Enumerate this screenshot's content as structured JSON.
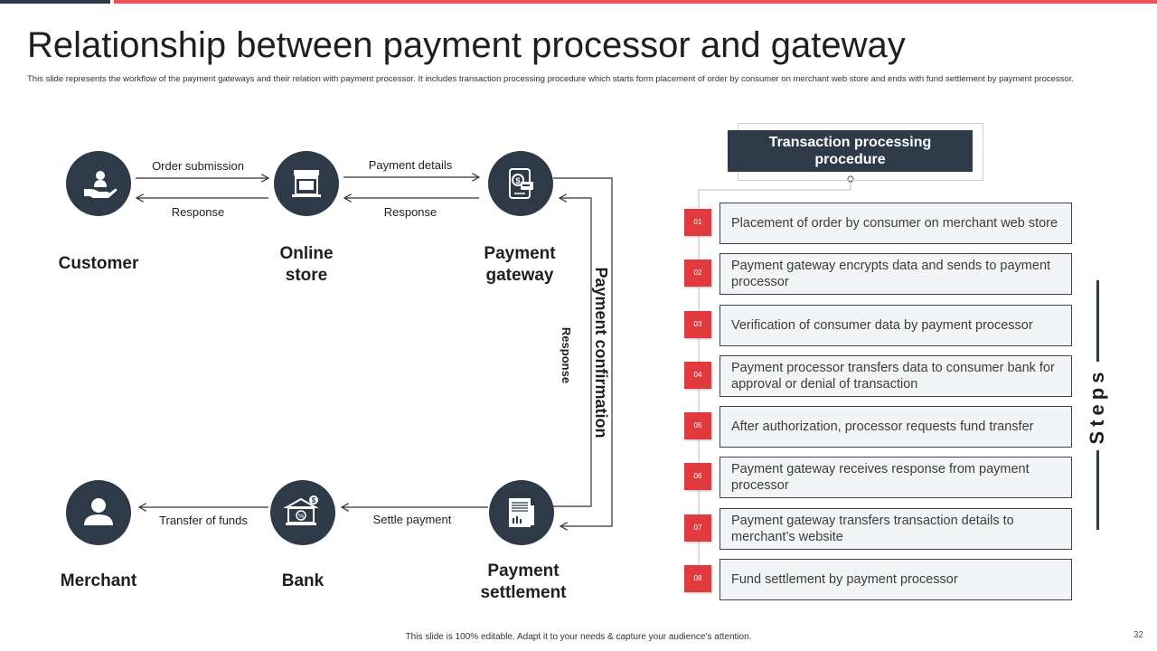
{
  "slide": {
    "title": "Relationship between payment processor and gateway",
    "subtitle": "This slide represents the workflow of the payment gateways and their relation with payment processor. It includes transaction processing procedure which starts form placement of order by consumer on merchant web store and ends with fund settlement by payment processor.",
    "footer": "This slide is 100% editable. Adapt it to your needs & capture your audience’s attention.",
    "page_number": "32",
    "colors": {
      "dark": "#2f3a48",
      "accent": "#e03a3f",
      "box_bg": "#f3f4f5"
    }
  },
  "flow": {
    "nodes": {
      "customer": {
        "label": "Customer",
        "icon": "hand-with-person-icon"
      },
      "online_store": {
        "label": "Online store",
        "icon": "storefront-icon"
      },
      "payment_gateway": {
        "label": "Payment gateway",
        "icon": "dollar-card-icon"
      },
      "merchant": {
        "label": "Merchant",
        "icon": "person-icon"
      },
      "bank": {
        "label": "Bank",
        "icon": "bank-icon"
      },
      "payment_settlement": {
        "label": "Payment settlement",
        "icon": "invoice-chart-icon"
      }
    },
    "edges": {
      "order_submission": "Order submission",
      "response_store_to_customer": "Response",
      "payment_details": "Payment details",
      "response_gateway_to_store": "Response",
      "payment_confirmation": "Payment confirmation",
      "response_vertical": "Response",
      "settle_payment": "Settle payment",
      "transfer_of_funds": "Transfer  of funds"
    }
  },
  "procedure": {
    "header": "Transaction processing procedure",
    "side_label": "Steps",
    "steps": [
      {
        "num": "01",
        "text": "Placement of order by consumer on merchant web store"
      },
      {
        "num": "02",
        "text": "Payment gateway encrypts data and sends to payment processor"
      },
      {
        "num": "03",
        "text": "Verification  of consumer data by payment processor"
      },
      {
        "num": "04",
        "text": "Payment processor transfers data to consumer bank for approval or denial of transaction"
      },
      {
        "num": "05",
        "text": "After authorization, processor requests fund transfer"
      },
      {
        "num": "06",
        "text": "Payment gateway receives response from payment processor"
      },
      {
        "num": "07",
        "text": "Payment gateway transfers transaction details to merchant’s website"
      },
      {
        "num": "08",
        "text": "Fund settlement by payment processor"
      }
    ]
  }
}
